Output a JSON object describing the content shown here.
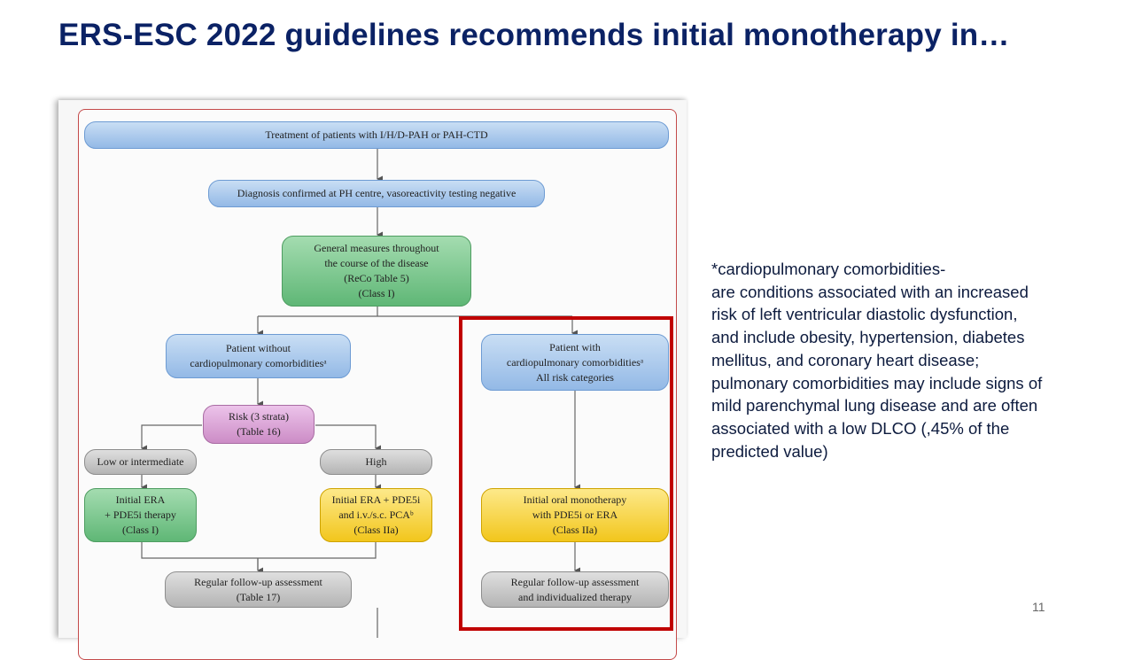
{
  "slide": {
    "title": "ERS-ESC 2022 guidelines recommends initial monotherapy in…",
    "page_number": "11"
  },
  "flowchart": {
    "treatment": "Treatment of patients with I/H/D-PAH or PAH-CTD",
    "diagnosis": "Diagnosis confirmed at PH centre, vasoreactivity testing negative",
    "general_measures": [
      "General measures throughout",
      "the course of the disease",
      "(ReCo Table 5)",
      "(Class I)"
    ],
    "without_comorbidities": [
      "Patient without",
      "cardiopulmonary comorbiditiesᵃ"
    ],
    "with_comorbidities": [
      "Patient with",
      "cardiopulmonary comorbiditiesᵃ",
      "All risk categories"
    ],
    "risk": [
      "Risk (3 strata)",
      "(Table 16)"
    ],
    "low_intermediate": "Low or intermediate",
    "high": "High",
    "initial_era_pde5i": [
      "Initial ERA",
      "+ PDE5i therapy",
      "(Class I)"
    ],
    "initial_era_pde5i_pca": [
      "Initial ERA + PDE5i",
      "and i.v./s.c. PCAᵇ",
      "(Class IIa)"
    ],
    "initial_oral_monotherapy": [
      "Initial oral monotherapy",
      "with PDE5i or ERA",
      "(Class IIa)"
    ],
    "followup_left": [
      "Regular follow-up assessment",
      "(Table 17)"
    ],
    "followup_right": [
      "Regular follow-up assessment",
      "and individualized therapy"
    ]
  },
  "note": {
    "lines": [
      "*cardiopulmonary comorbidities-",
      "are conditions associated with an increased",
      "risk of left ventricular diastolic dysfunction,",
      "and include obesity, hypertension, diabetes",
      "mellitus, and coronary heart disease;",
      "pulmonary comorbidities may include signs of",
      "mild parenchymal lung disease and are often",
      "associated with a low DLCO (,45% of the",
      "predicted value)"
    ]
  },
  "colors": {
    "title": "#0b2265",
    "highlight_border": "#c00000",
    "blue_box": "#a9c9ee",
    "green_box": "#7cc78f",
    "purple_box": "#dba7d6",
    "gray_box": "#c8c8c8",
    "yellow_box": "#f7d43c"
  }
}
